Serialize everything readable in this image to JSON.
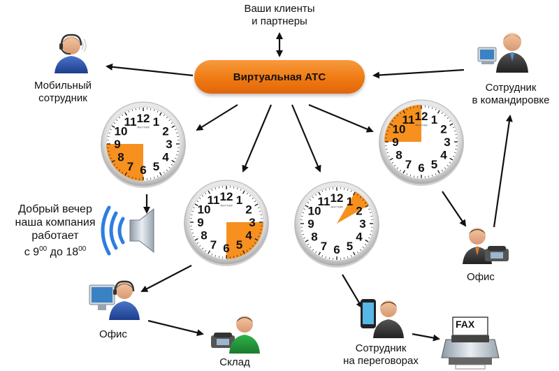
{
  "center": {
    "label": "Виртуальная АТС"
  },
  "nodes": {
    "clients": {
      "line1": "Ваши клиенты",
      "line2": "и партнеры"
    },
    "mobile": {
      "line1": "Мобильный",
      "line2": "сотрудник"
    },
    "trip": {
      "line1": "Сотрудник",
      "line2": "в командировке"
    },
    "office_right": {
      "label": "Офис"
    },
    "office_left": {
      "label": "Офис"
    },
    "warehouse": {
      "label": "Склад"
    },
    "meeting": {
      "line1": "Сотрудник",
      "line2": "на переговорах"
    },
    "fax": {
      "label": "FAX"
    }
  },
  "message": {
    "line1": "Добрый вечер",
    "line2": "наша компания",
    "line3": "работает",
    "line4_pre": "с 9",
    "line4_sup1": "00",
    "line4_mid": " до 18",
    "line4_sup2": "00"
  },
  "clock_brand": "RHYTHM",
  "clocks": [
    {
      "id": "clock-evening",
      "sector_from_hour": 6,
      "sector_to_hour": 9
    },
    {
      "id": "clock-afternoon",
      "sector_from_hour": 3,
      "sector_to_hour": 6
    },
    {
      "id": "clock-noon",
      "sector_from_hour": 1,
      "sector_to_hour": 2
    },
    {
      "id": "clock-morning",
      "sector_from_hour": 9,
      "sector_to_hour": 12
    }
  ],
  "colors": {
    "accent": "#f7901e",
    "arrow": "#111111",
    "clock_rim": "#c9c9c9"
  }
}
